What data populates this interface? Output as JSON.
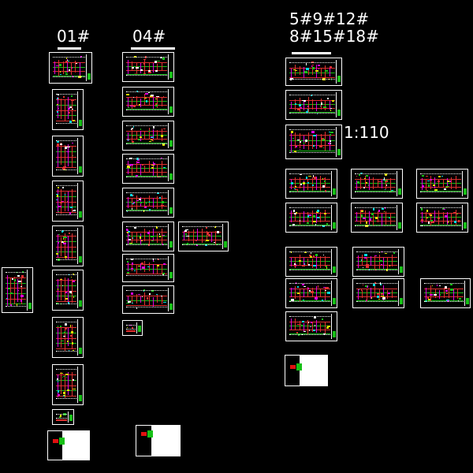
{
  "labels": {
    "group_01": "01#",
    "group_04": "04#",
    "group_multi_line1": "5#9#12#",
    "group_multi_line2": "8#15#18#",
    "scale": "1:110"
  },
  "colors": {
    "background": "#000000",
    "frame": "#ffffff",
    "wall": "#e03030",
    "green": "#16c016",
    "magenta": "#e000e0",
    "cyan": "#00d8e0",
    "yellow": "#e0e000"
  },
  "sheets": {
    "group_01": 10,
    "group_04": 10,
    "group_multi": 14,
    "standalone": 1,
    "cover_sheets": 3
  }
}
